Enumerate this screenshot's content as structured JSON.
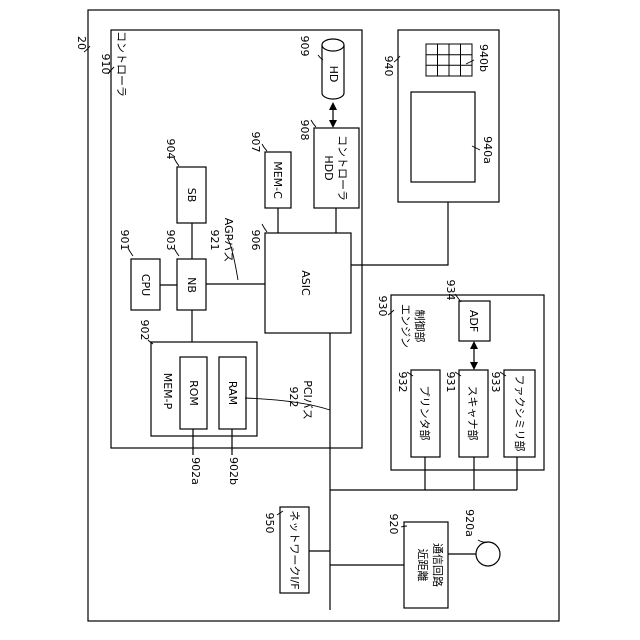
{
  "labels": {
    "outer": "20",
    "controller_ref": "910",
    "controller": "コントローラ",
    "cpu_ref": "901",
    "cpu": "CPU",
    "nb_ref": "903",
    "nb": "NB",
    "sb_ref": "904",
    "sb": "SB",
    "agp_ref": "921",
    "agp": "AGPバス",
    "asic_ref": "906",
    "asic": "ASIC",
    "memc_ref": "907",
    "memc": "MEM-C",
    "hddc_ref": "908",
    "hddc_line1": "HDD",
    "hddc_line2": "コントローラ",
    "hd_ref": "909",
    "hd": "HD",
    "memp_ref": "902",
    "memp": "MEM-P",
    "rom": "ROM",
    "ram": "RAM",
    "rom_ref": "902a",
    "ram_ref": "902b",
    "pci_ref": "922",
    "pci": "PCIバス",
    "panel_ref": "940",
    "keys_ref": "940b",
    "display_ref": "940a",
    "engine_ref": "930",
    "engine_line1": "エンジン",
    "engine_line2": "制御部",
    "adf_ref": "934",
    "adf": "ADF",
    "printer_ref": "932",
    "printer": "プリンタ部",
    "scanner_ref": "931",
    "scanner": "スキャナ部",
    "fax_ref": "933",
    "fax": "ファクシミリ部",
    "netif_ref": "950",
    "netif": "ネットワークI/F",
    "nfc_ref": "920",
    "nfc_line1": "近距離",
    "nfc_line2": "通信回路",
    "antenna_ref": "920a"
  }
}
